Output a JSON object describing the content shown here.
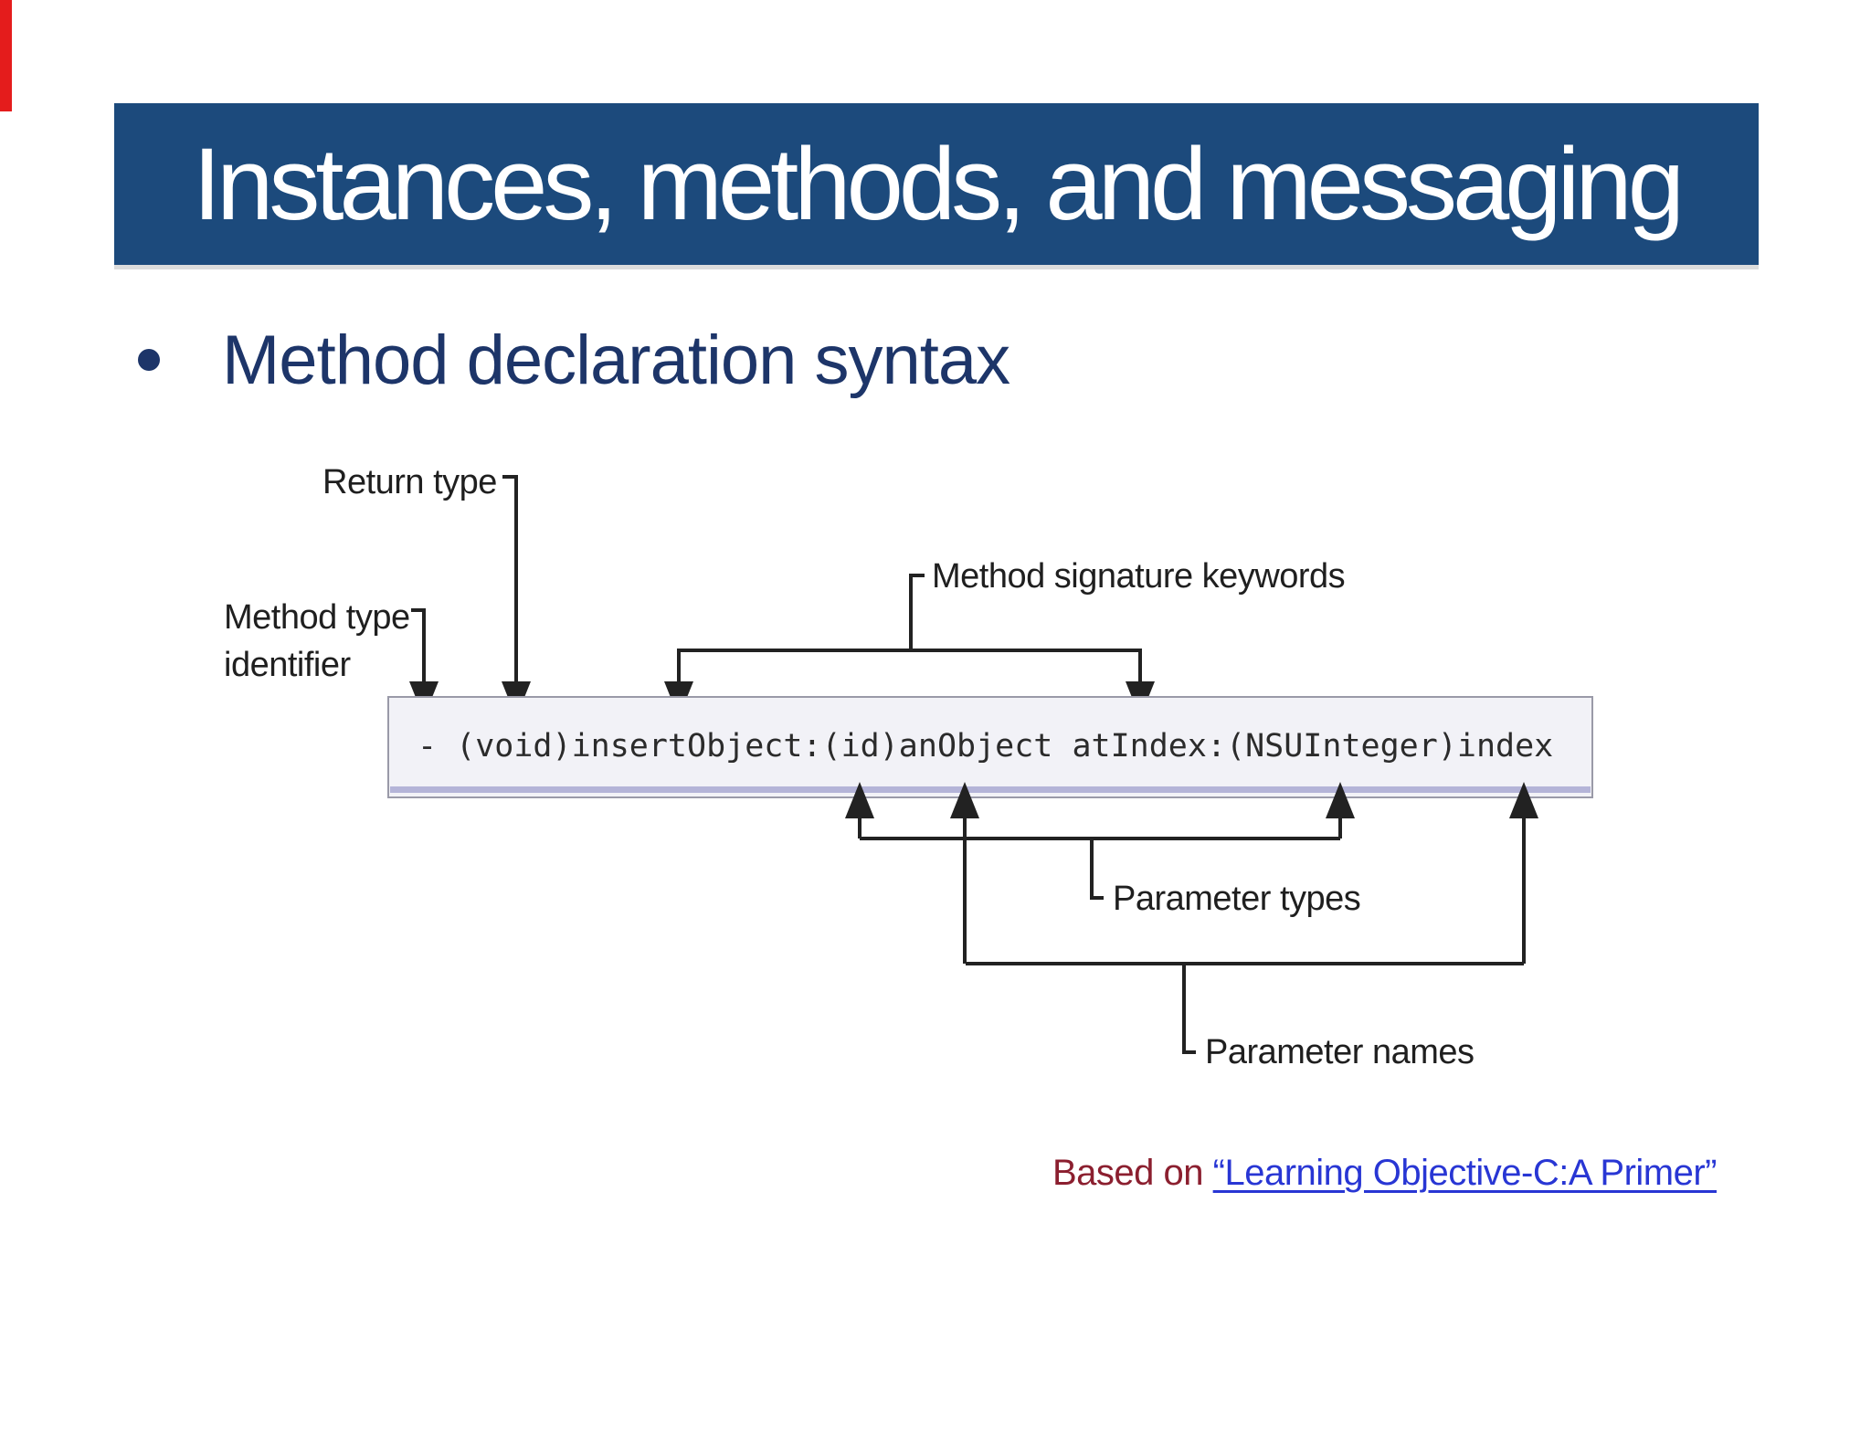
{
  "slide": {
    "title": "Instances, methods, and messaging",
    "bullet": "Method declaration syntax",
    "attribution": {
      "prefix": "Based on ",
      "link_text": "“Learning Objective-C:A Primer”"
    }
  },
  "diagram": {
    "code": "- (void)insertObject:(id)anObject atIndex:(NSUInteger)index",
    "labels": {
      "return_type": "Return type",
      "method_type_line1": "Method type",
      "method_type_line2": "identifier",
      "signature_keywords": "Method signature keywords",
      "parameter_types": "Parameter types",
      "parameter_names": "Parameter names"
    }
  },
  "colors": {
    "title_bar": "#1c4a7c",
    "title_text": "#ffffff",
    "bullet_text": "#1d3569",
    "red_edge_mark": "#e41c1c",
    "attribution_prefix": "#8b1f2f",
    "attribution_link": "#2836d4",
    "code_box_bg": "#f2f2f7",
    "code_box_border": "#9a9aa8",
    "code_box_bottom_band": "#b4b4d8",
    "diagram_lines": "#222222"
  }
}
